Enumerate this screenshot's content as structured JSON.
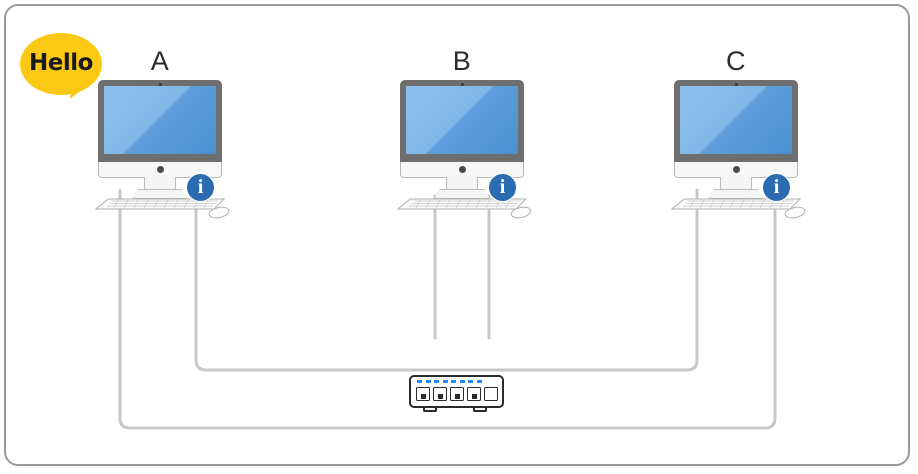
{
  "diagram": {
    "title": "Network topology with three workstations and a switch",
    "background_color": "#ffffff",
    "border_color": "#9a9a9a",
    "cable_color": "#c8c8c8",
    "accent_color": "#2b6cb0",
    "bubble_color": "#fbc913",
    "screen_color_light": "#8ec0ec",
    "screen_color_dark": "#4a90d0",
    "led_color": "#1e90ff"
  },
  "speech_bubble": {
    "text": "Hello",
    "icon": "speech-bubble-icon"
  },
  "workstations": [
    {
      "label": "A",
      "info_icon": "info-icon",
      "info_glyph": "i",
      "monitor_icon": "desktop-monitor-icon",
      "keyboard_icon": "keyboard-icon",
      "mouse_icon": "mouse-icon",
      "connected": "true"
    },
    {
      "label": "B",
      "info_icon": "info-icon",
      "info_glyph": "i",
      "monitor_icon": "desktop-monitor-icon",
      "keyboard_icon": "keyboard-icon",
      "mouse_icon": "mouse-icon",
      "connected": "false"
    },
    {
      "label": "C",
      "info_icon": "info-icon",
      "info_glyph": "i",
      "monitor_icon": "desktop-monitor-icon",
      "keyboard_icon": "keyboard-icon",
      "mouse_icon": "mouse-icon",
      "connected": "true"
    }
  ],
  "network_switch": {
    "icon": "network-switch-icon",
    "led_count": 8,
    "rj45_port_count": 4,
    "blank_port_count": 1
  }
}
